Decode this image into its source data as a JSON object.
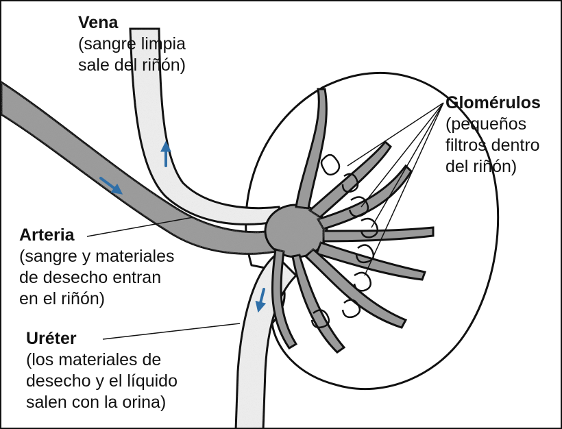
{
  "colors": {
    "outline": "#111111",
    "stipple_dark": "#8a8a8a",
    "stipple_light": "#e2e2e2",
    "arrow": "#2f6fa8"
  },
  "labels": {
    "vena": {
      "title": "Vena",
      "desc": [
        "(sangre limpia",
        "sale del riñón)"
      ]
    },
    "glomerulos": {
      "title": "Glomérulos",
      "desc": [
        "(pequeños",
        "filtros dentro",
        "del riñón)"
      ]
    },
    "arteria": {
      "title": "Arteria",
      "desc": [
        "(sangre y materiales",
        "de desecho entran",
        "en el riñón)"
      ]
    },
    "ureter": {
      "title": "Uréter",
      "desc": [
        "(los materiales de",
        "desecho y el líquido",
        "salen con la orina)"
      ]
    }
  },
  "arrows": [
    {
      "name": "vena-flow-arrow",
      "direction": "up"
    },
    {
      "name": "arteria-flow-arrow",
      "direction": "down-right"
    },
    {
      "name": "ureter-flow-arrow",
      "direction": "down"
    }
  ]
}
